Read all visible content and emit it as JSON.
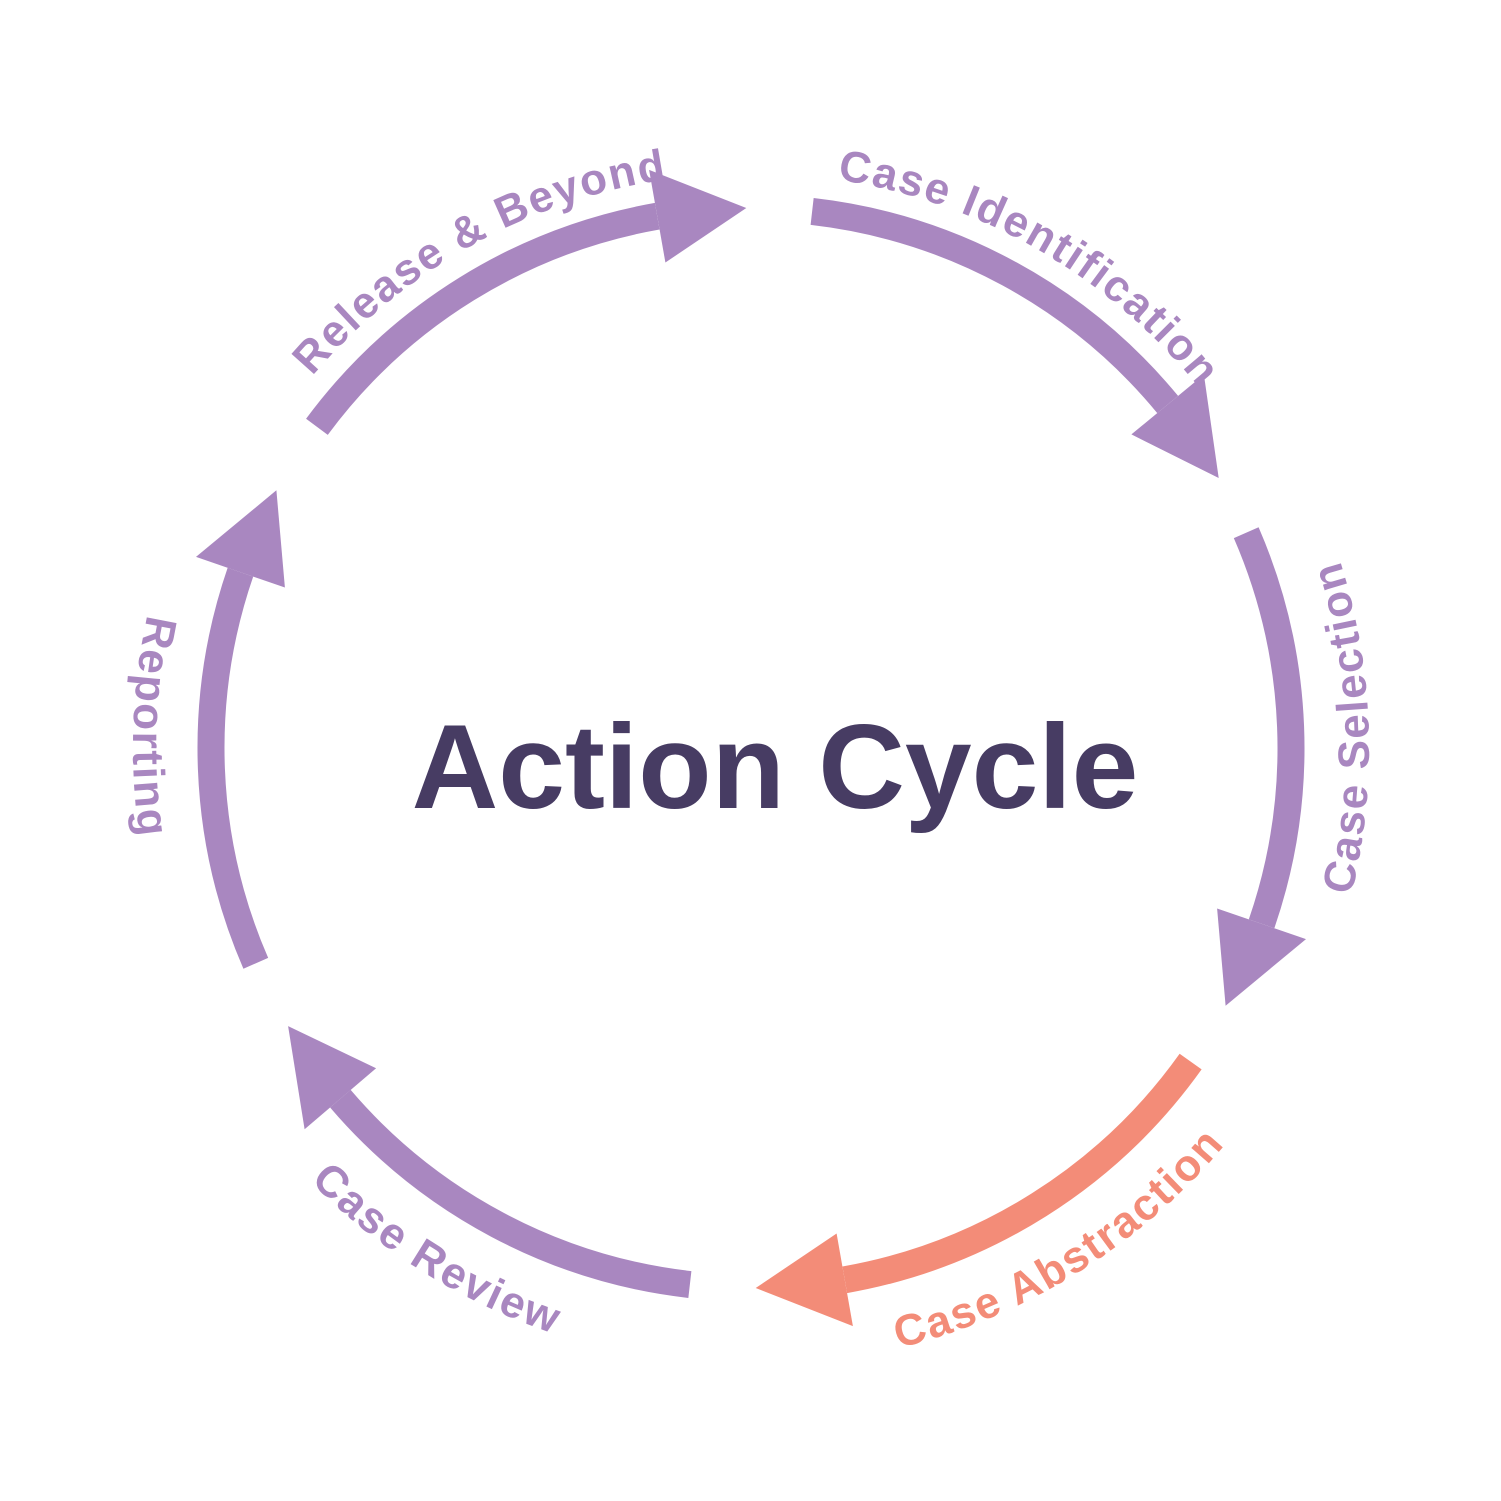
{
  "title": "Action Cycle",
  "colors": {
    "purple": "#a987c0",
    "orange": "#f38c78",
    "title_text": "#473c63",
    "background": "#ffffff"
  },
  "stages": [
    {
      "id": "release-and-beyond",
      "label": "Release & Beyond",
      "color": "purple",
      "highlighted": false,
      "arc": {
        "tail_deg": 306.5,
        "tip_deg": 359.5
      },
      "label_center_deg": 331,
      "label_flipped": false
    },
    {
      "id": "case-identification",
      "label": "Case Identification",
      "color": "purple",
      "highlighted": false,
      "arc": {
        "tail_deg": 6.5,
        "tip_deg": 60
      },
      "label_center_deg": 30,
      "label_flipped": false
    },
    {
      "id": "case-selection",
      "label": "Case Selection",
      "color": "purple",
      "highlighted": false,
      "arc": {
        "tail_deg": 66.5,
        "tip_deg": 118.5
      },
      "label_center_deg": 88,
      "label_flipped": true
    },
    {
      "id": "case-abstraction",
      "label": "Case Abstraction",
      "color": "orange",
      "highlighted": true,
      "arc": {
        "tail_deg": 125.5,
        "tip_deg": 179.5
      },
      "label_center_deg": 148,
      "label_flipped": true
    },
    {
      "id": "case-review",
      "label": "Case Review",
      "color": "purple",
      "highlighted": false,
      "arc": {
        "tail_deg": 186.5,
        "tip_deg": 239
      },
      "label_center_deg": 212,
      "label_flipped": true
    },
    {
      "id": "reporting",
      "label": "Reporting",
      "color": "purple",
      "highlighted": false,
      "arc": {
        "tail_deg": 246.5,
        "tip_deg": 298.5
      },
      "label_center_deg": 272,
      "label_flipped": true
    }
  ]
}
